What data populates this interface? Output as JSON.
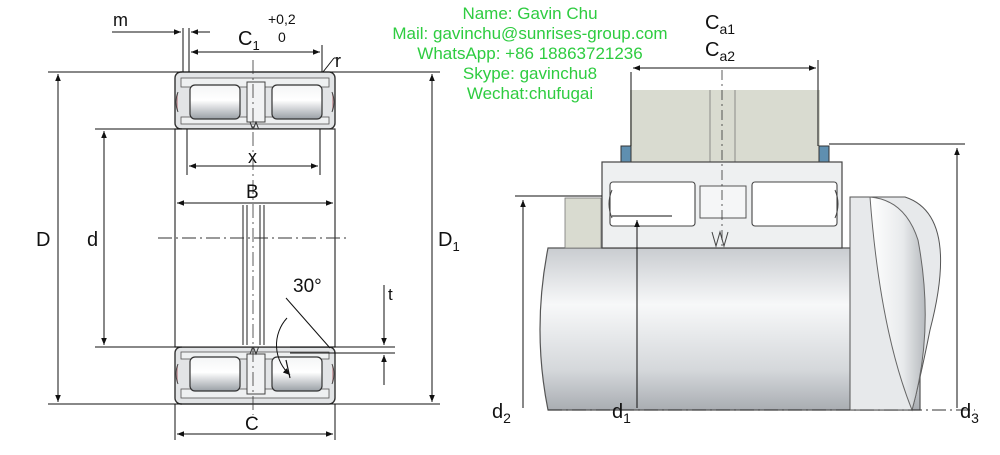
{
  "contact": {
    "name": "Name: Gavin Chu",
    "mail": "Mail: gavinchu@sunrises-group.com",
    "whatsapp": "WhatsApp: +86 18863721236",
    "skype": "Skype: gavinchu8",
    "wechat": "Wechat:chufugai"
  },
  "left_diagram": {
    "m": "m",
    "C1": "C",
    "C1_sub": "1",
    "tol_upper": "+0,2",
    "tol_lower": "0",
    "r": "r",
    "x": "x",
    "B": "B",
    "D": "D",
    "d": "d",
    "D1": "D",
    "D1_sub": "1",
    "angle": "30°",
    "t": "t",
    "C": "C"
  },
  "right_diagram": {
    "Ca": "C",
    "Ca1_sub": "a1",
    "Ca2_sub": "a2",
    "d2": "d",
    "d2_sub": "2",
    "d1": "d",
    "d1_sub": "1",
    "d3": "d",
    "d3_sub": "3"
  },
  "colors": {
    "contact_text": "#2ecc40",
    "housing_fill": "#d9dbd0",
    "bearing_fill": "#e4e6e8",
    "seal_blue": "#5f8fb0"
  }
}
